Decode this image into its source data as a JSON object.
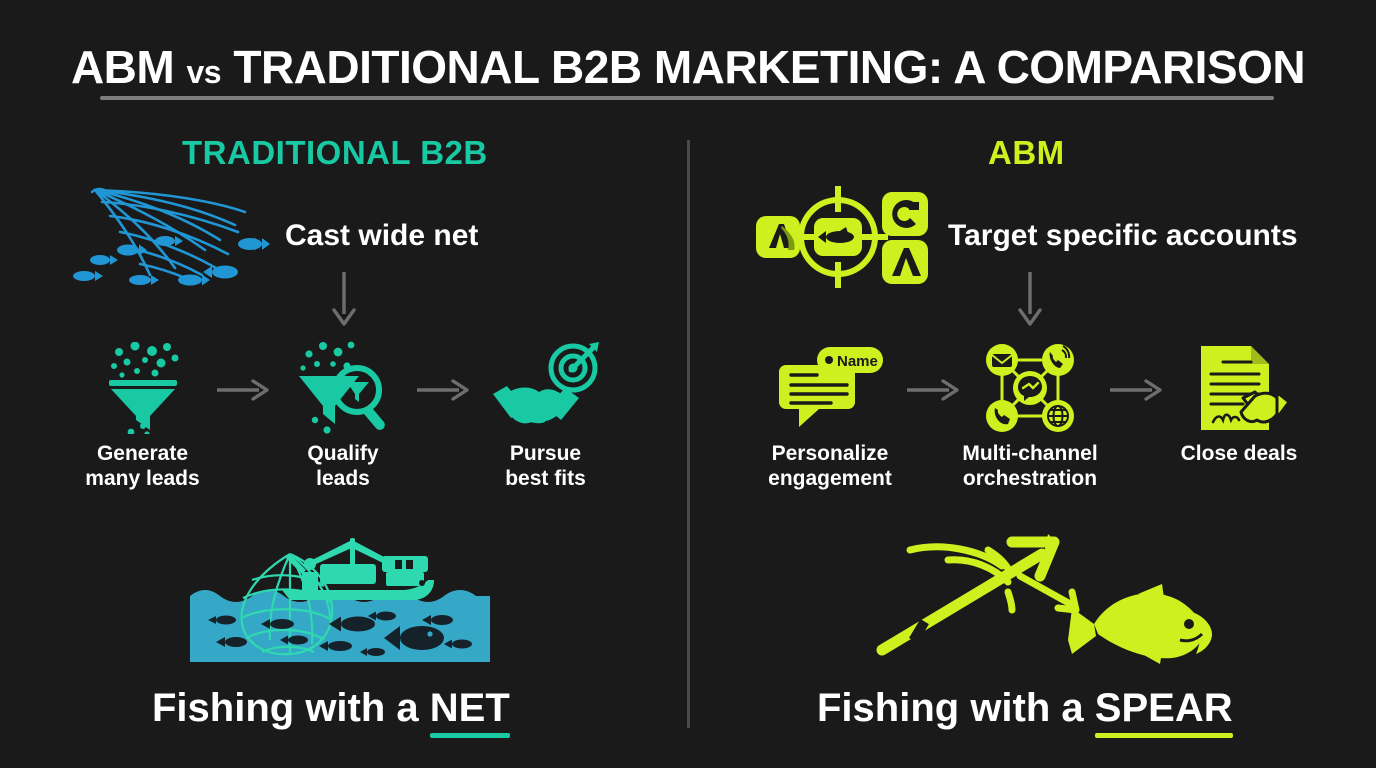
{
  "title": {
    "part1": "ABM",
    "vs": "vs",
    "part2": "TRADITIONAL B2B MARKETING: A COMPARISON"
  },
  "colors": {
    "background": "#1a1a1a",
    "traditional_accent": "#18c9a4",
    "abm_accent": "#cdf01e",
    "net_blue": "#2196d4",
    "water_blue": "#35a8c8",
    "divider": "#4a4a4a",
    "arrow_gray": "#6e6e6e",
    "text": "#ffffff"
  },
  "left_column": {
    "heading": "TRADITIONAL B2B",
    "hero": {
      "icon": "fishing-net-icon",
      "text": "Cast wide net"
    },
    "steps": [
      {
        "icon": "funnel-icon",
        "label": "Generate\nmany leads"
      },
      {
        "icon": "funnel-magnifier-icon",
        "label": "Qualify\nleads"
      },
      {
        "icon": "handshake-target-icon",
        "label": "Pursue\nbest fits"
      }
    ],
    "scene_icon": "fishing-boat-net-scene",
    "caption_prefix": "Fishing with a ",
    "caption_highlight": "NET"
  },
  "right_column": {
    "heading": "ABM",
    "hero": {
      "icon": "crosshair-target-accounts-icon",
      "text": "Target specific accounts"
    },
    "steps": [
      {
        "icon": "speech-bubble-name-icon",
        "label": "Personalize\nengagement",
        "badge": "Name"
      },
      {
        "icon": "multichannel-network-icon",
        "label": "Multi-channel\norchestration"
      },
      {
        "icon": "contract-handshake-icon",
        "label": "Close deals"
      }
    ],
    "scene_icon": "spear-fish-scene",
    "caption_prefix": "Fishing with a ",
    "caption_highlight": "SPEAR"
  }
}
